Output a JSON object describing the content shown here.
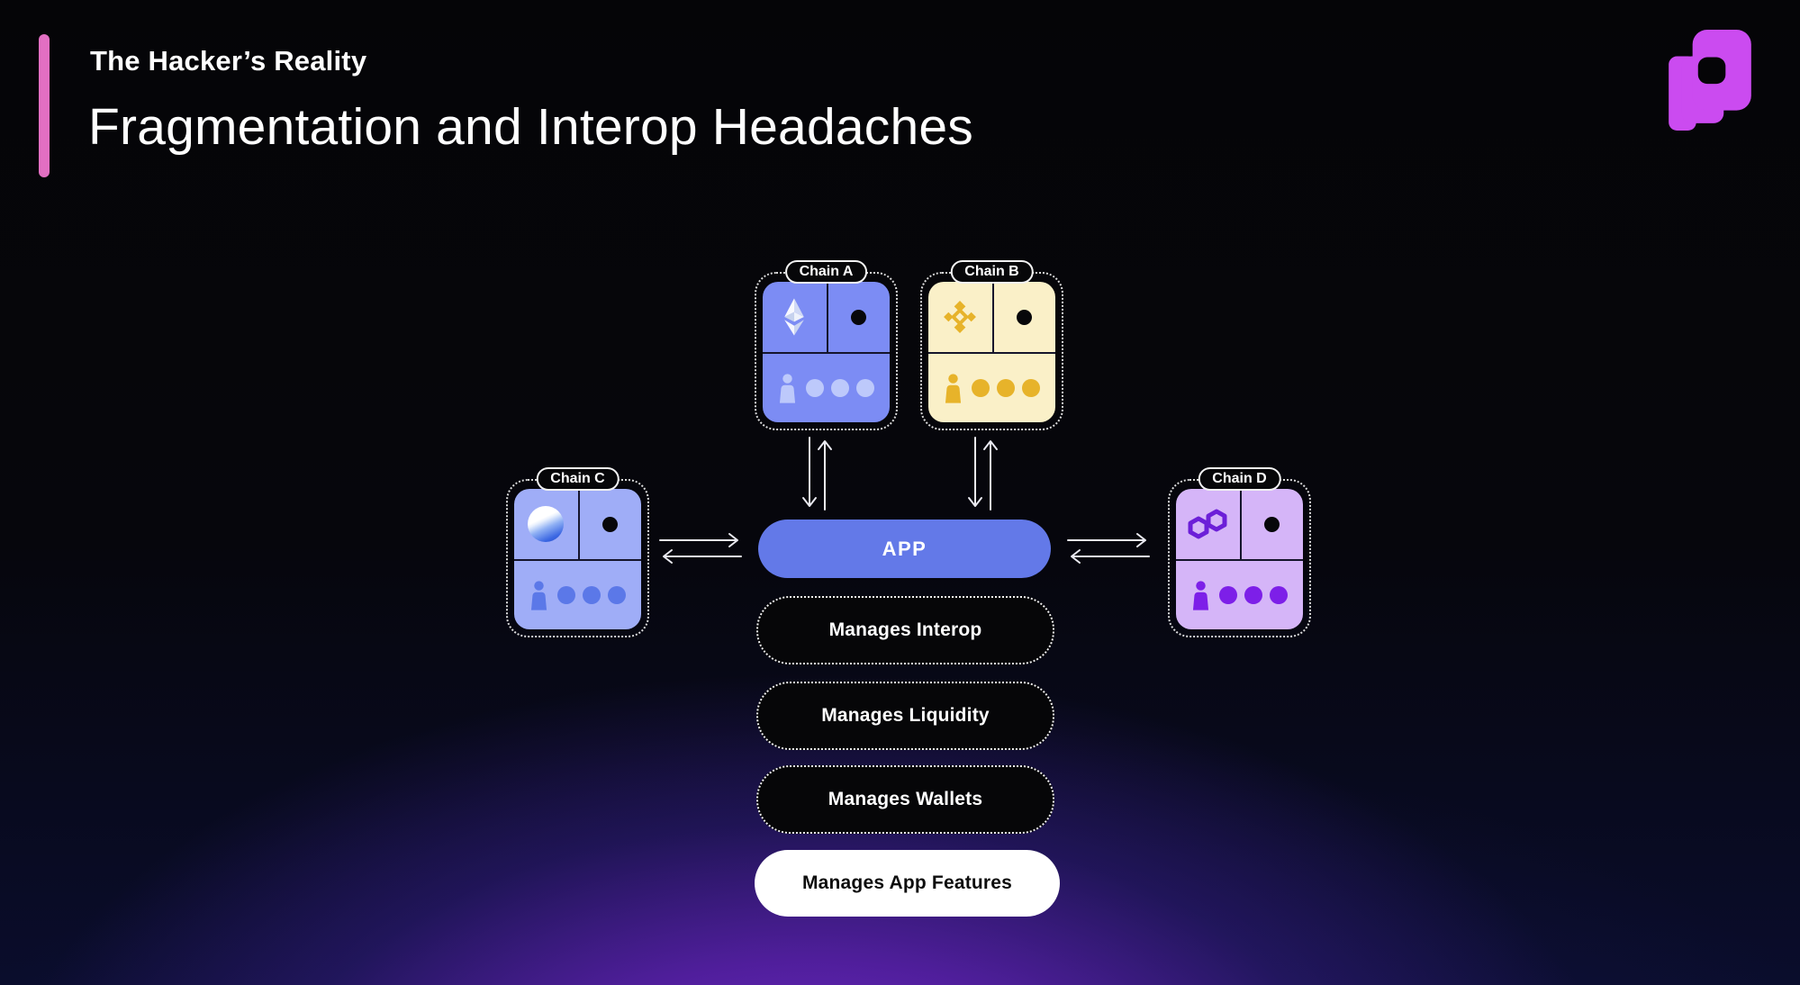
{
  "slide": {
    "kicker": "The Hacker’s Reality",
    "title": "Fragmentation and Interop Headaches",
    "brand_logo": "pixelated-p-logo",
    "accent_bar_color": "#e26fc2",
    "brand_color": "#cb4bf0",
    "background_glow_color": "#7c2ad6"
  },
  "diagram": {
    "app": {
      "label": "APP",
      "color": "#6379e8"
    },
    "chains": [
      {
        "label": "Chain A",
        "logo": "ethereum-icon",
        "box_color": "#7c8cf4",
        "icon_color": "#bdc9fb"
      },
      {
        "label": "Chain B",
        "logo": "binance-icon",
        "box_color": "#faf0c8",
        "icon_color": "#e7b32a"
      },
      {
        "label": "Chain C",
        "logo": "sphere-icon",
        "box_color": "#9fadf7",
        "icon_color": "#5b78e8"
      },
      {
        "label": "Chain D",
        "logo": "polygon-icon",
        "box_color": "#d5b5f8",
        "icon_color": "#7d1fe8"
      }
    ],
    "functions": [
      {
        "label": "Manages Interop",
        "variant": "dark"
      },
      {
        "label": "Manages Liquidity",
        "variant": "dark"
      },
      {
        "label": "Manages Wallets",
        "variant": "dark"
      },
      {
        "label": "Manages App Features",
        "variant": "light"
      }
    ],
    "connections": [
      "chain-a-app-bidirectional",
      "chain-b-app-bidirectional",
      "chain-c-app-bidirectional",
      "chain-d-app-bidirectional"
    ]
  }
}
